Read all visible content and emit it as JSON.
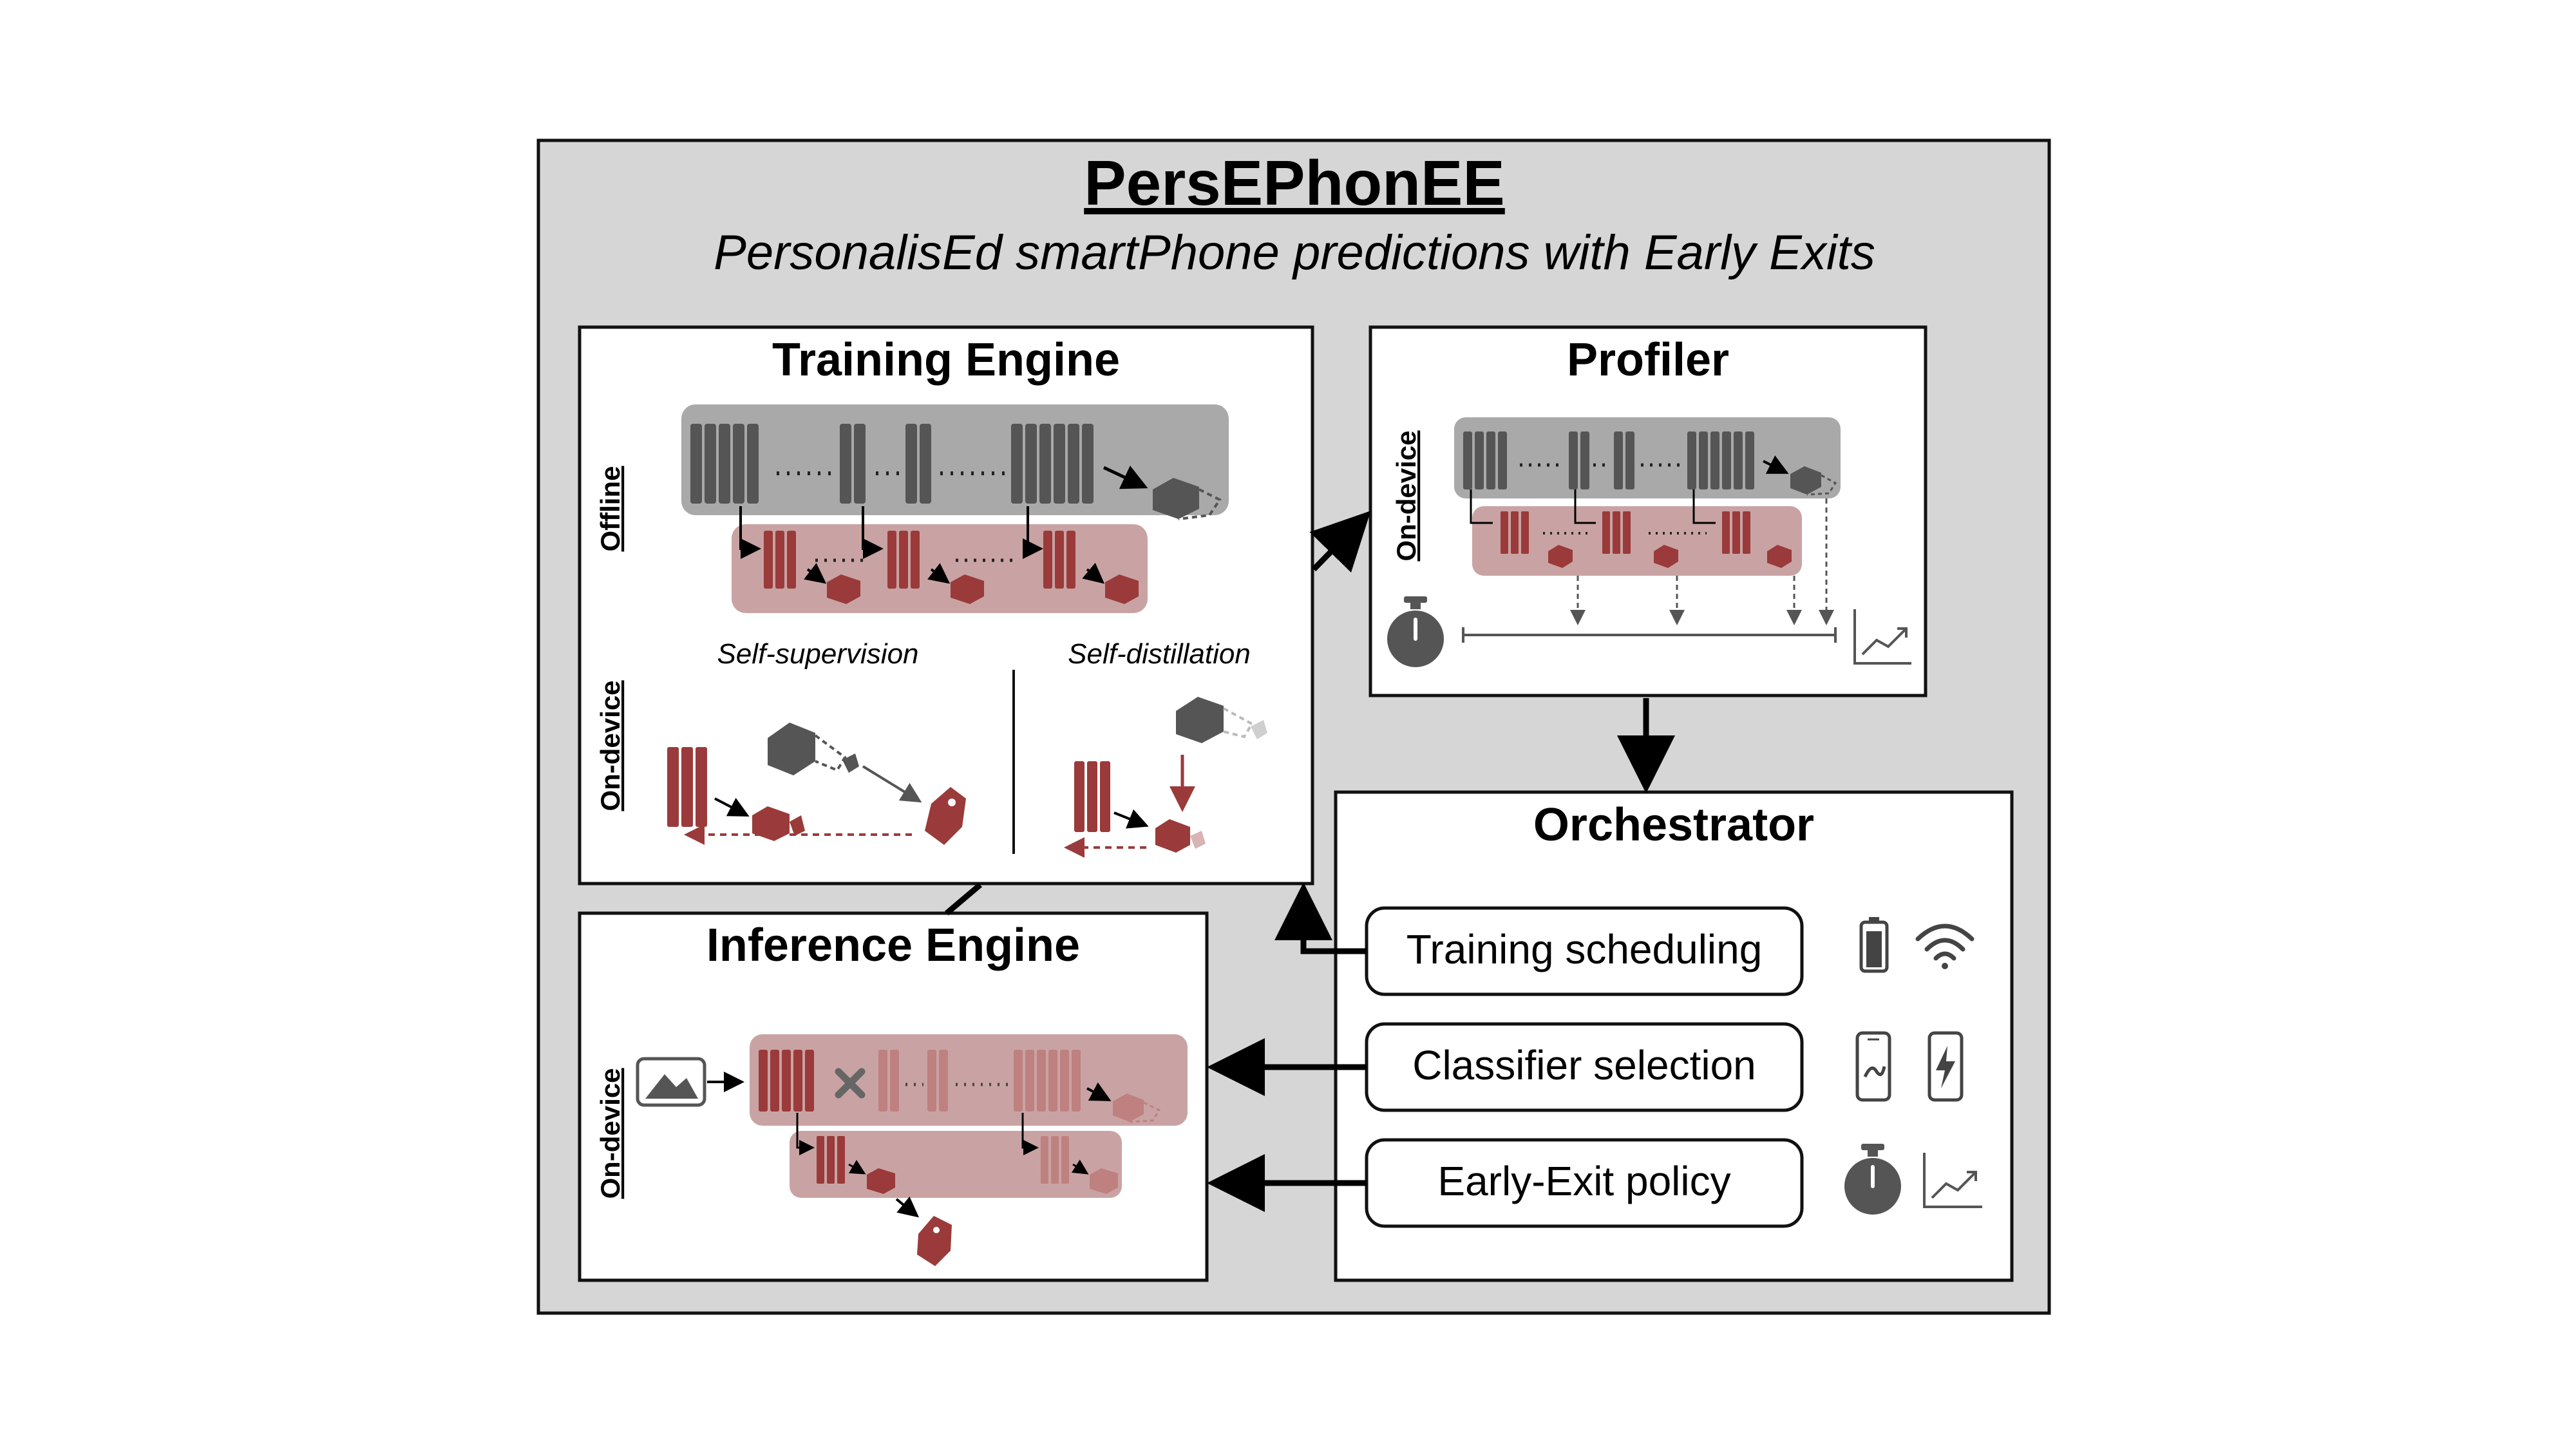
{
  "header": {
    "title": "PersEPhonEE",
    "subtitle": "PersonalisEd smartPhone predictions with Early Exits"
  },
  "training_engine": {
    "title": "Training Engine",
    "offline_label": "Offline",
    "ondevice_label": "On-device",
    "self_supervision_label": "Self-supervision",
    "self_distillation_label": "Self-distillation"
  },
  "profiler": {
    "title": "Profiler",
    "ondevice_label": "On-device"
  },
  "orchestrator": {
    "title": "Orchestrator",
    "items": [
      {
        "label": "Training scheduling",
        "icons": [
          "battery-icon",
          "wifi-icon"
        ]
      },
      {
        "label": "Classifier selection",
        "icons": [
          "phone-image-icon",
          "phone-charging-icon"
        ]
      },
      {
        "label": "Early-Exit policy",
        "icons": [
          "stopwatch-icon",
          "chart-icon"
        ]
      }
    ]
  },
  "inference_engine": {
    "title": "Inference Engine",
    "ondevice_label": "On-device"
  },
  "colors": {
    "panel_bg": "#d6d6d6",
    "gray_layer": "#555555",
    "gray_band": "#a9a9a9",
    "red_layer": "#9b3a3a",
    "red_band": "#c9a3a3",
    "red_light": "#bf8080"
  }
}
